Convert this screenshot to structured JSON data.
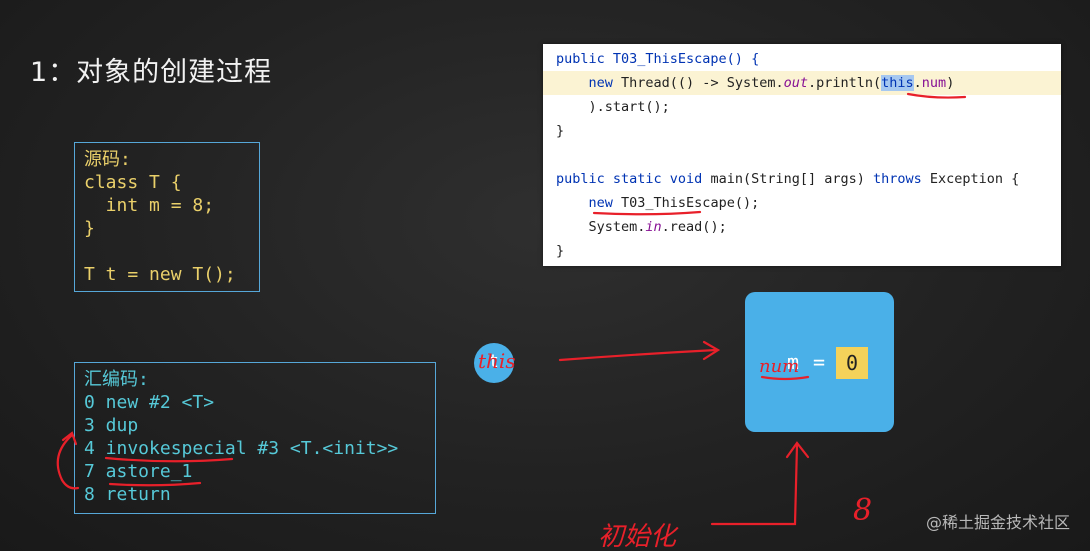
{
  "title": "1：对象的创建过程",
  "source_box": {
    "lines": [
      "源码:",
      "class T {",
      "  int m = 8;",
      "}",
      "",
      "T t = new T();"
    ]
  },
  "asm_box": {
    "lines": [
      "汇编码:",
      "0 new #2 <T>",
      "3 dup",
      "4 invokespecial #3 <T.<init>>",
      "7 astore_1",
      "8 return"
    ]
  },
  "code_panel": {
    "l1": "public T03_ThisEscape() {",
    "l2a": "    new",
    "l2b": " Thread(() -> System.",
    "l2c": "out",
    "l2d": ".println(",
    "l2e": "this",
    "l2f": ".",
    "l2g": "num",
    "l2h": ")",
    "l3": "    ).start();",
    "l4": "}",
    "l6a": "public static void",
    "l6b": " main(String[] args) ",
    "l6c": "throws",
    "l6d": " Exception {",
    "l7a": "    new",
    "l7b": " T03_ThisEscape();",
    "l8a": "    System.",
    "l8b": "in",
    "l8c": ".read();",
    "l9": "}"
  },
  "object_box": {
    "field_label": "m",
    "equals": "=",
    "value": "0"
  },
  "t_circle": {
    "label": "t"
  },
  "annotations": {
    "num_scribble": "num",
    "this_scribble": "this",
    "init_scribble": "初始化",
    "eight": "8"
  },
  "watermark": "@稀土掘金技术社区",
  "colors": {
    "source_text": "#ead06a",
    "asm_text": "#56c9d8",
    "box_border": "#56a7d8",
    "object_fill": "#4ab0e8",
    "value_fill": "#f4d25a",
    "annotation_red": "#e8202a"
  }
}
